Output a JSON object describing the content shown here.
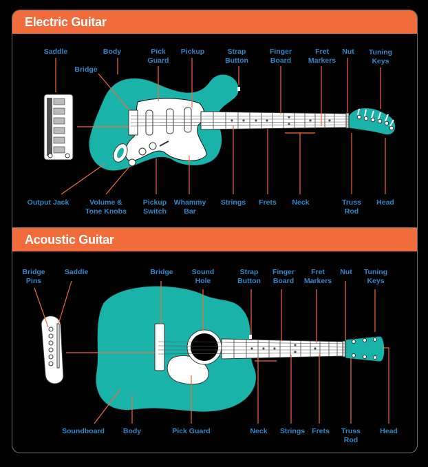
{
  "electric": {
    "title": "Electric Guitar",
    "labels": {
      "saddle": "Saddle",
      "body": "Body",
      "bridge": "Bridge",
      "pick_guard": "Pick\nGuard",
      "pickup": "Pickup",
      "strap_button": "Strap\nButton",
      "finger_board": "Finger\nBoard",
      "fret_markers": "Fret\nMarkers",
      "nut": "Nut",
      "tuning_keys": "Tuning\nKeys",
      "output_jack": "Output Jack",
      "volume_tone": "Volume &\nTone Knobs",
      "pickup_switch": "Pickup\nSwitch",
      "whammy_bar": "Whammy\nBar",
      "strings": "Strings",
      "frets": "Frets",
      "neck": "Neck",
      "truss_rod": "Truss\nRod",
      "head": "Head"
    }
  },
  "acoustic": {
    "title": "Acoustic Guitar",
    "labels": {
      "bridge_pins": "Bridge\nPins",
      "saddle": "Saddle",
      "bridge": "Bridge",
      "sound_hole": "Sound\nHole",
      "strap_button": "Strap\nButton",
      "finger_board": "Finger\nBoard",
      "fret_markers": "Fret\nMarkers",
      "nut": "Nut",
      "tuning_keys": "Tuning\nKeys",
      "soundboard": "Soundboard",
      "body": "Body",
      "pick_guard": "Pick Guard",
      "neck": "Neck",
      "strings": "Strings",
      "frets": "Frets",
      "truss_rod": "Truss\nRod",
      "head": "Head"
    }
  },
  "colors": {
    "body": "#19b3aa",
    "accent": "#f26b3a",
    "label": "#2f86c6",
    "leader": "#f26b3a"
  }
}
